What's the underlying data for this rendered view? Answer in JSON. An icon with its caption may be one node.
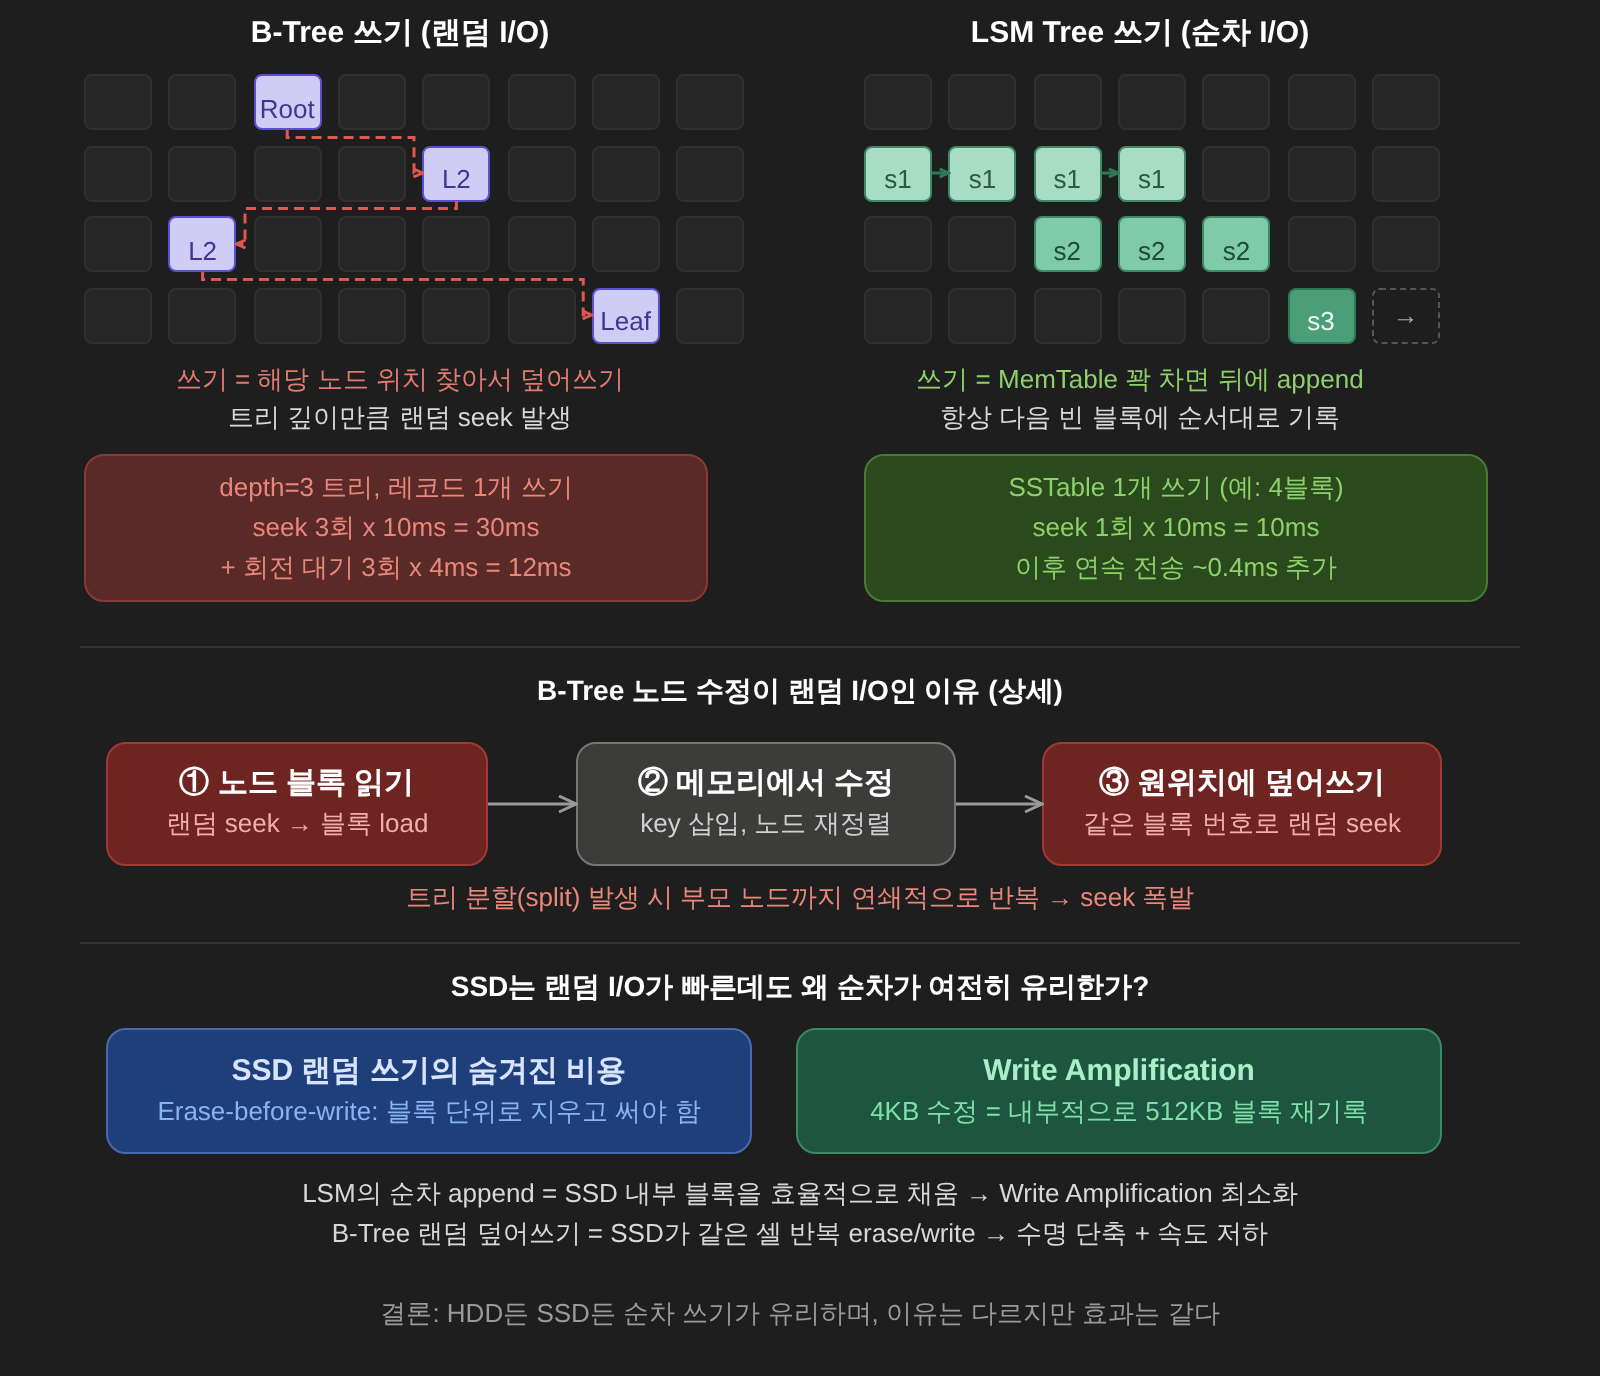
{
  "diagram": {
    "nodes": [
      {
        "text": [],
        "shape": "box"
      },
      {
        "text": [],
        "shape": "box"
      },
      {
        "text": [
          "Root"
        ]
      },
      {
        "text": [],
        "shape": "box"
      },
      {
        "text": [],
        "shape": "box"
      },
      {
        "text": [],
        "shape": "box"
      },
      {
        "text": [],
        "shape": "box"
      },
      {
        "text": [],
        "shape": "box"
      },
      {
        "text": [],
        "shape": "box"
      },
      {
        "text": [],
        "shape": "box"
      },
      {
        "text": [],
        "shape": "box"
      },
      {
        "text": [],
        "shape": "box"
      },
      {
        "text": [
          "L2"
        ]
      },
      {
        "text": [],
        "shape": "box"
      },
      {
        "text": [],
        "shape": "box"
      },
      {
        "text": [],
        "shape": "box"
      },
      {
        "text": [],
        "shape": "box"
      },
      {
        "text": [
          "L2"
        ]
      },
      {
        "text": [],
        "shape": "box"
      },
      {
        "text": [],
        "shape": "box"
      },
      {
        "text": [],
        "shape": "box"
      },
      {
        "text": [],
        "shape": "box"
      },
      {
        "text": [],
        "shape": "box"
      },
      {
        "text": [],
        "shape": "box"
      },
      {
        "text": [],
        "shape": "box"
      },
      {
        "text": [],
        "shape": "box"
      },
      {
        "text": [],
        "shape": "box"
      },
      {
        "text": [],
        "shape": "box"
      },
      {
        "text": [],
        "shape": "box"
      },
      {
        "text": [],
        "shape": "box"
      },
      {
        "text": [
          "Leaf"
        ]
      },
      {
        "text": [],
        "shape": "box"
      },
      {
        "text": [],
        "shape": "box"
      },
      {
        "text": [],
        "shape": "box"
      },
      {
        "text": [],
        "shape": "box"
      },
      {
        "text": [],
        "shape": "box"
      },
      {
        "text": [],
        "shape": "box"
      },
      {
        "text": [],
        "shape": "box"
      },
      {
        "text": [],
        "shape": "box"
      },
      {
        "text": [
          "s1"
        ]
      },
      {
        "text": [
          "s1"
        ]
      },
      {
        "text": [
          "s1"
        ]
      },
      {
        "text": [
          "s1"
        ]
      },
      {
        "text": [],
        "shape": "box"
      },
      {
        "text": [],
        "shape": "box"
      },
      {
        "text": [],
        "shape": "box"
      },
      {
        "text": [],
        "shape": "box"
      },
      {
        "text": [],
        "shape": "box"
      },
      {
        "text": [
          "s2"
        ]
      },
      {
        "text": [
          "s2"
        ]
      },
      {
        "text": [
          "s2"
        ]
      },
      {
        "text": [],
        "shape": "box"
      },
      {
        "text": [],
        "shape": "box"
      },
      {
        "text": [],
        "shape": "box"
      },
      {
        "text": [],
        "shape": "box"
      },
      {
        "text": [],
        "shape": "box"
      },
      {
        "text": [],
        "shape": "box"
      },
      {
        "text": [],
        "shape": "box"
      },
      {
        "text": [
          "s3"
        ]
      },
      {
        "text": [
          "→"
        ]
      },
      {
        "text": [
          "depth=3 트리, 레코드 1개 쓰기",
          "seek 3회 x 10ms = 30ms",
          "+ 회전 대기 3회 x 4ms = 12ms"
        ]
      },
      {
        "text": [
          "SSTable 1개 쓰기 (예: 4블록)",
          "seek 1회 x 10ms = 10ms",
          "이후 연속 전송 ~0.4ms 추가"
        ]
      },
      {
        "text": [
          "① 노드 블록 읽기",
          "랜덤 seek → 블록 load"
        ]
      },
      {
        "text": [
          "② 메모리에서 수정",
          "key 삽입, 노드 재정렬"
        ]
      },
      {
        "text": [
          "③ 원위치에 덮어쓰기",
          "같은 블록 번호로 랜덤 seek"
        ]
      },
      {
        "text": [
          "SSD 랜덤 쓰기의 숨겨진 비용",
          "Erase-before-write: 블록 단위로 지우고 써야 함"
        ]
      },
      {
        "text": [
          "Write Amplification",
          "4KB 수정 = 내부적으로 512KB 블록 재기록"
        ]
      }
    ],
    "edges": [
      {
        "from": 2,
        "to": 12,
        "arrow": "to",
        "style": "dashed",
        "color": "#e0574f"
      },
      {
        "from": 12,
        "to": 17,
        "arrow": "to",
        "style": "dashed",
        "color": "#e0574f"
      },
      {
        "from": 17,
        "to": 30,
        "arrow": "to",
        "style": "dashed",
        "color": "#e0574f"
      },
      {
        "from": 39,
        "to": 40,
        "arrow": "to",
        "color": "#2e7a55"
      },
      {
        "from": 41,
        "to": 42,
        "arrow": "to",
        "color": "#2e7a55"
      },
      {
        "from": 62,
        "to": 63,
        "arrow": "to"
      },
      {
        "from": 63,
        "to": 64,
        "arrow": "to"
      }
    ],
    "labels": [
      "B-Tree 쓰기 (랜덤 I/O)",
      "LSM Tree 쓰기 (순차 I/O)",
      "쓰기 = 해당 노드 위치 찾아서 덮어쓰기",
      "쓰기 = MemTable 꽉 차면 뒤에 append",
      "트리 깊이만큼 랜덤 seek 발생",
      "항상 다음 빈 블록에 순서대로 기록",
      "B-Tree 노드 수정이 랜덤 I/O인 이유 (상세)",
      "트리 분할(split) 발생 시 부모 노드까지 연쇄적으로 반복 → seek 폭발",
      "SSD는 랜덤 I/O가 빠른데도 왜 순차가 여전히 유리한가?",
      "LSM의 순차 append = SSD 내부 블록을 효율적으로 채움 → Write Amplification 최소화",
      "B-Tree 랜덤 덮어쓰기 = SSD가 같은 셀 반복 erase/write → 수명 단축 + 속도 저하",
      "결론: HDD든 SSD든 순차 쓰기가 유리하며, 이유는 다르지만 효과는 같다"
    ]
  }
}
